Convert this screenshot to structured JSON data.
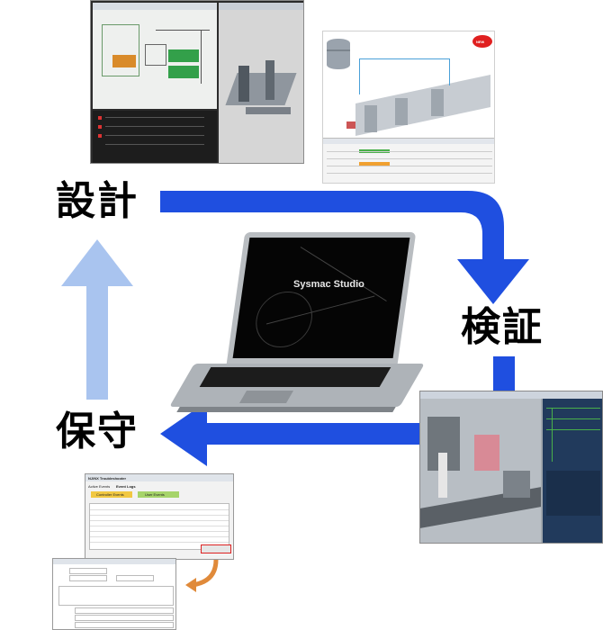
{
  "cycle": {
    "design_label": "設計",
    "verify_label": "検証",
    "maintain_label": "保守"
  },
  "laptop": {
    "screen_title": "Sysmac Studio"
  },
  "colors": {
    "arrow_blue": "#1f4fe0",
    "arrow_light": "#a9c4ef"
  },
  "screenshots": {
    "simulation_badge": "NEW",
    "troubleshooter_title": "NJ/NX Troubleshooter",
    "troubleshooter_tabs": [
      "Active Events",
      "Event Logs"
    ],
    "troubleshooter_buttons": [
      "Controller Events",
      "User Events"
    ]
  }
}
